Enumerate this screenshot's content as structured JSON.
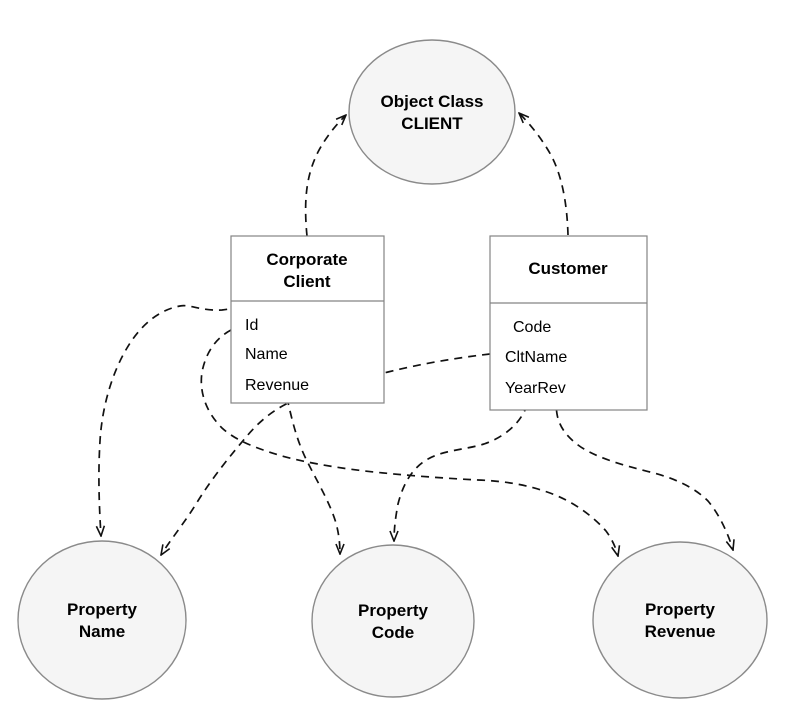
{
  "diagram": {
    "object_class": {
      "line1": "Object Class",
      "line2": "CLIENT"
    },
    "corporate_client": {
      "title_line1": "Corporate",
      "title_line2": "Client",
      "attributes": [
        "Id",
        "Name",
        "Revenue"
      ]
    },
    "customer": {
      "title": "Customer",
      "attributes": [
        "Code",
        "CltName",
        "YearRev"
      ]
    },
    "properties": {
      "name": {
        "line1": "Property",
        "line2": "Name"
      },
      "code": {
        "line1": "Property",
        "line2": "Code"
      },
      "revenue": {
        "line1": "Property",
        "line2": "Revenue"
      }
    },
    "edges": [
      {
        "from": "Corporate Client",
        "to": "Object Class CLIENT",
        "style": "dashed",
        "arrow": "open"
      },
      {
        "from": "Customer",
        "to": "Object Class CLIENT",
        "style": "dashed",
        "arrow": "open"
      },
      {
        "from": "Corporate Client.Name",
        "to": "Property Name",
        "style": "dashed",
        "arrow": "open"
      },
      {
        "from": "Corporate Client.Id",
        "to": "Property Code",
        "style": "dashed",
        "arrow": "open"
      },
      {
        "from": "Corporate Client.Revenue",
        "to": "Property Revenue",
        "style": "dashed",
        "arrow": "open"
      },
      {
        "from": "Customer.CltName",
        "to": "Property Name",
        "style": "dashed",
        "arrow": "open"
      },
      {
        "from": "Customer.Code",
        "to": "Property Code",
        "style": "dashed",
        "arrow": "open"
      },
      {
        "from": "Customer.YearRev",
        "to": "Property Revenue",
        "style": "dashed",
        "arrow": "open"
      }
    ],
    "colors": {
      "background": "#ffffff",
      "node_fill": "#f5f5f5",
      "node_stroke": "#8a8a8a",
      "box_stroke": "#848484",
      "edge": "#111111",
      "text": "#000000"
    }
  }
}
